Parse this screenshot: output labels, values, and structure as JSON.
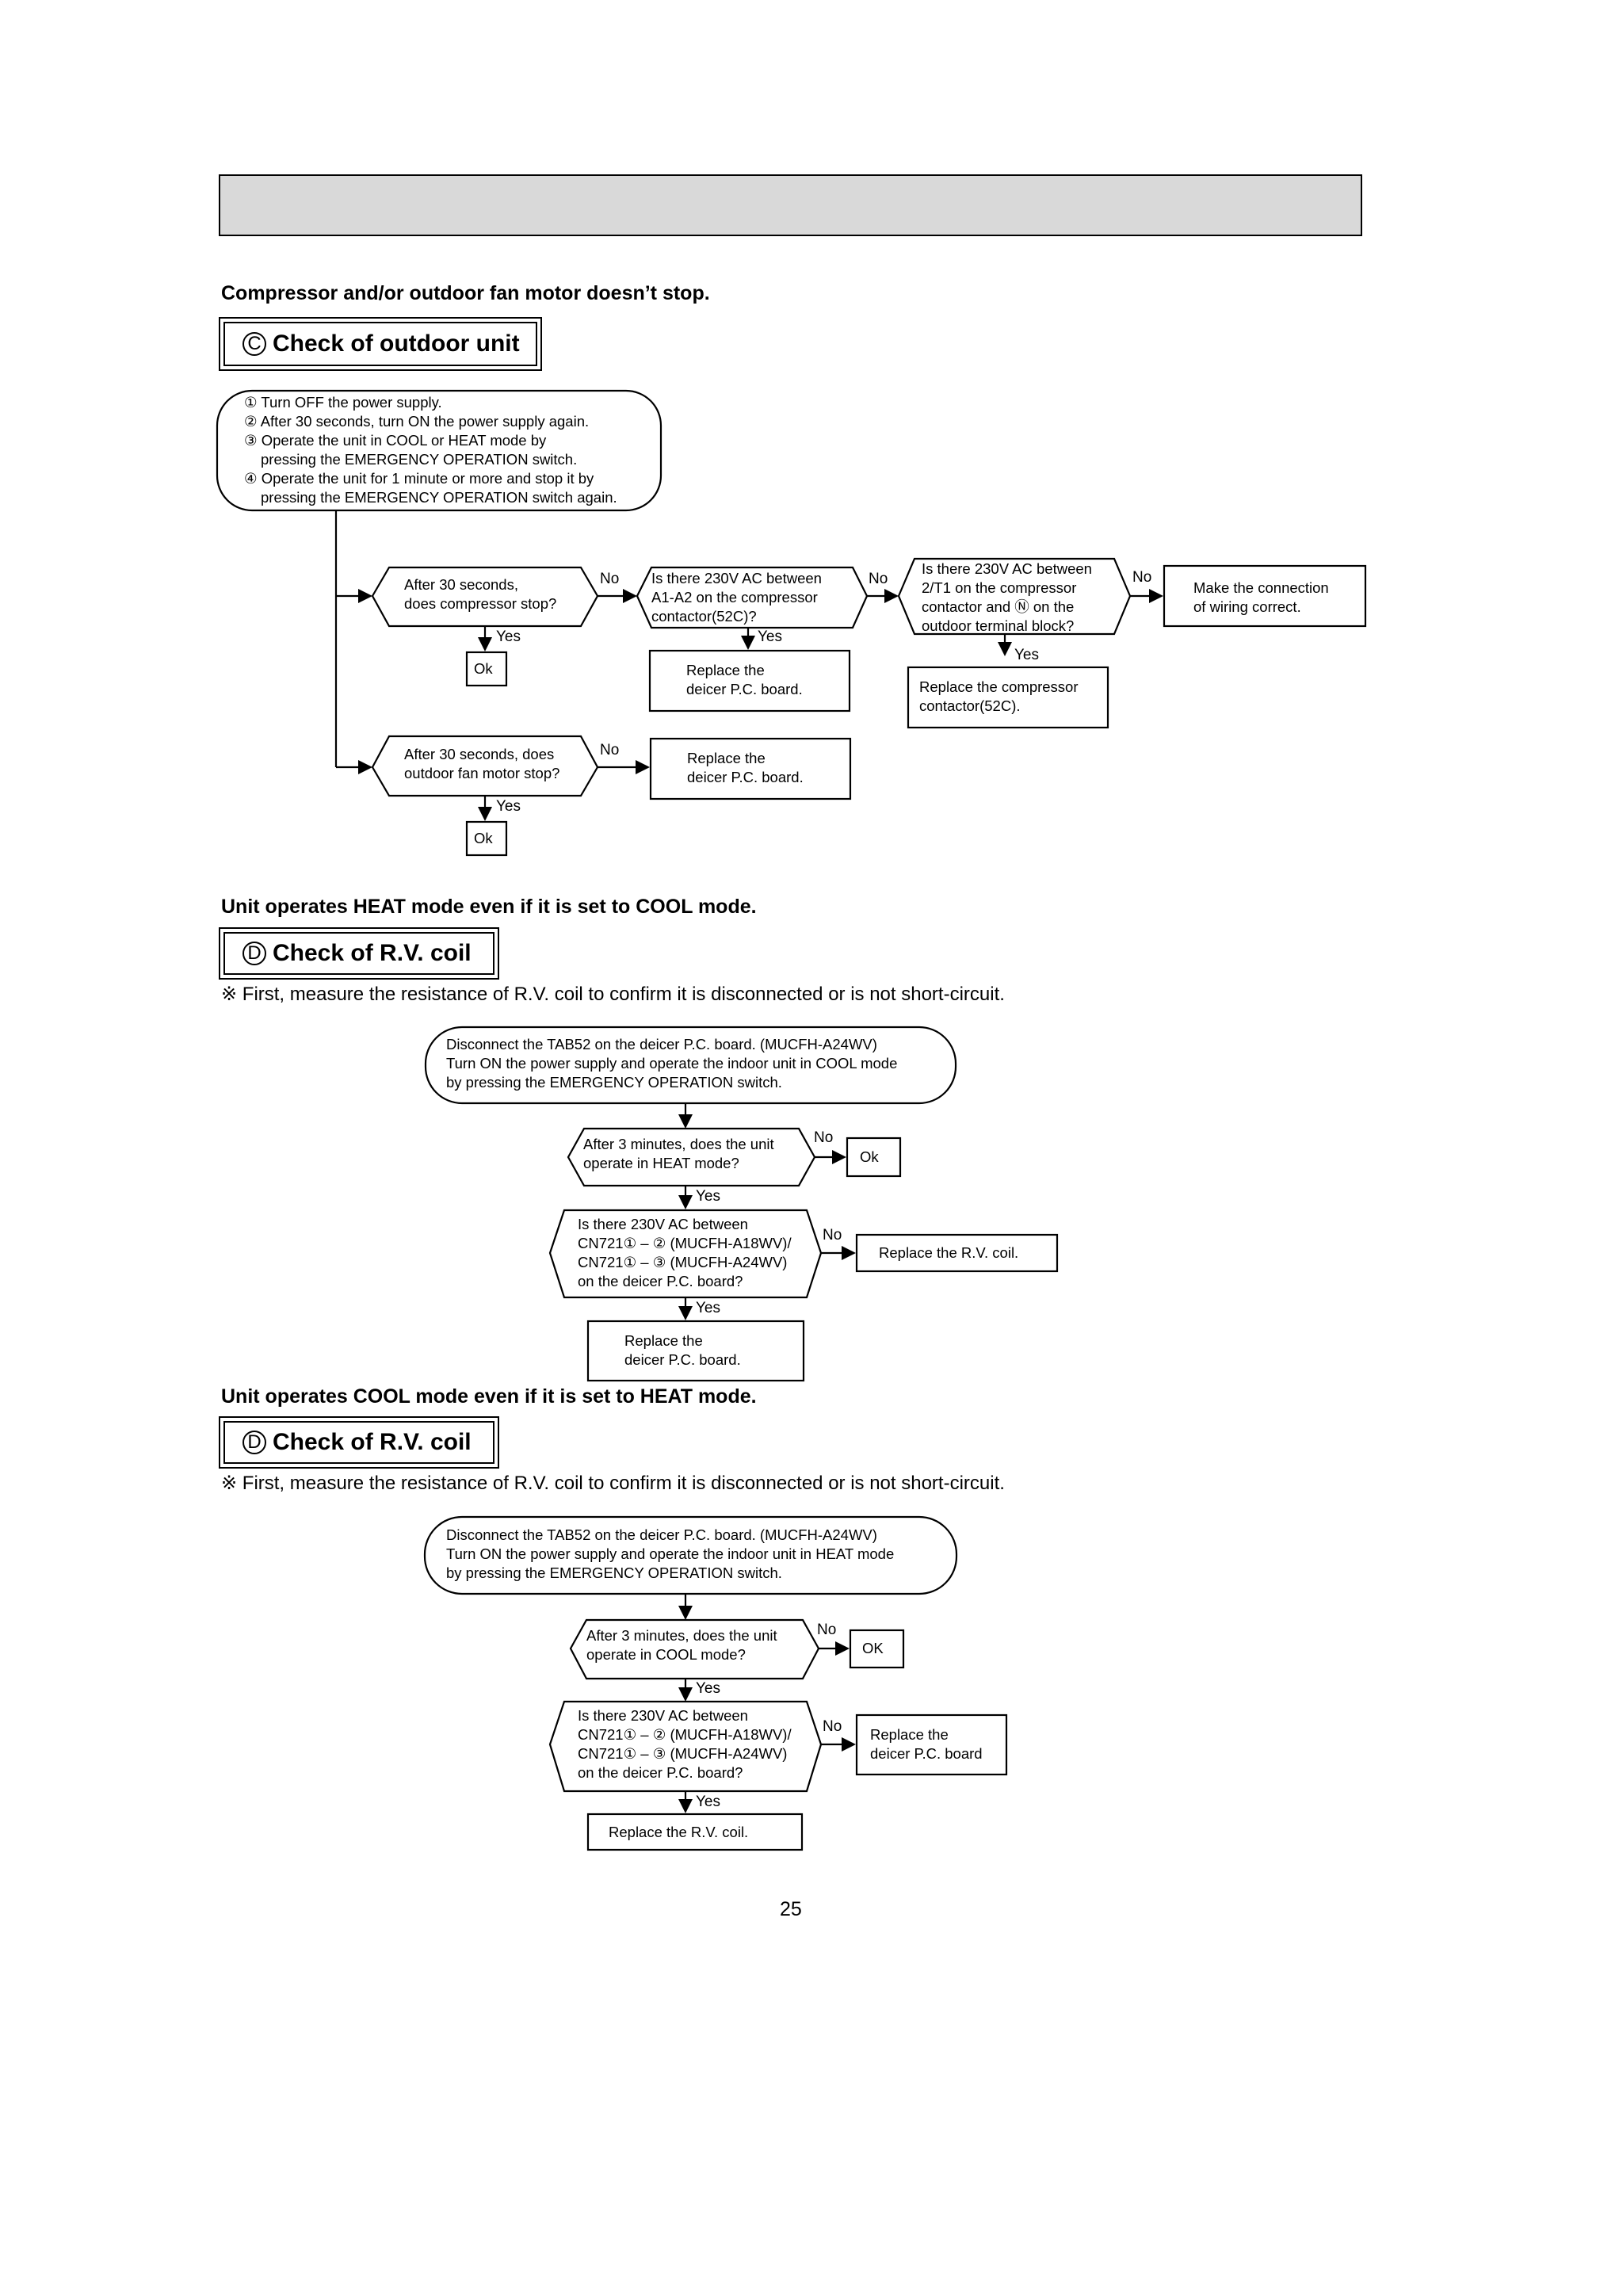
{
  "page_number": "25",
  "section_c": {
    "heading": "Compressor and/or outdoor fan motor doesn’t stop.",
    "title_letter": "C",
    "title": "Check of outdoor unit",
    "start_steps": [
      "① Turn OFF the power supply.",
      "② After 30 seconds, turn ON the power supply again.",
      "③ Operate the unit in COOL or HEAT mode by",
      "pressing the EMERGENCY OPERATION switch.",
      "④ Operate the unit for 1 minute or more and stop it by",
      "pressing the EMERGENCY OPERATION switch again."
    ],
    "q_compressor_stop": [
      "After 30 seconds,",
      "does compressor stop?"
    ],
    "q_a1a2": [
      "Is there 230V AC between",
      "A1-A2 on the compressor",
      "contactor(52C)?"
    ],
    "q_2t1": [
      "Is there 230V AC between",
      "2/T1 on the compressor",
      "contactor and Ⓝ on the",
      "outdoor terminal block?"
    ],
    "r_wiring": [
      "Make the connection",
      "of wiring correct."
    ],
    "r_ok1": "Ok",
    "r_replace_deicer1": [
      "Replace the",
      "deicer P.C. board."
    ],
    "r_replace_contactor": [
      "Replace the compressor",
      "contactor(52C)."
    ],
    "q_fan_stop": [
      "After 30 seconds, does",
      "outdoor fan motor stop?"
    ],
    "r_replace_deicer2": [
      "Replace the",
      "deicer P.C. board."
    ],
    "r_ok2": "Ok"
  },
  "section_d1": {
    "heading": "Unit operates HEAT mode even if it is set to COOL mode.",
    "title_letter": "D",
    "title": "Check of R.V. coil",
    "note": "※ First, measure the resistance of R.V. coil to confirm it is disconnected or is not short-circuit.",
    "start": [
      "Disconnect the TAB52 on the deicer P.C. board. (MUCFH-A24WV)",
      "Turn ON the power supply and operate the indoor unit in COOL mode",
      "by pressing the EMERGENCY OPERATION switch."
    ],
    "q_heat": [
      "After 3 minutes, does the unit",
      "operate in HEAT mode?"
    ],
    "r_ok": "Ok",
    "q_cn721": [
      "Is there 230V AC between",
      "CN721① – ② (MUCFH-A18WV)/",
      "CN721① – ③ (MUCFH-A24WV)",
      "on the deicer P.C. board?"
    ],
    "r_replace_rv": "Replace the R.V. coil.",
    "r_replace_deicer": [
      "Replace the",
      "deicer P.C. board."
    ]
  },
  "section_d2": {
    "heading": "Unit operates COOL mode even if it is set to HEAT mode.",
    "title_letter": "D",
    "title": "Check of R.V. coil",
    "note": "※ First, measure the resistance of R.V. coil to confirm it is disconnected or is not short-circuit.",
    "start": [
      "Disconnect the TAB52 on the deicer P.C. board. (MUCFH-A24WV)",
      "Turn ON the power supply and operate the indoor unit in HEAT mode",
      "by pressing the EMERGENCY OPERATION switch."
    ],
    "q_cool": [
      "After 3 minutes, does the unit",
      "operate in COOL mode?"
    ],
    "r_ok": "OK",
    "q_cn721": [
      "Is there 230V AC between",
      "CN721① – ② (MUCFH-A18WV)/",
      "CN721① – ③ (MUCFH-A24WV)",
      "on the deicer P.C. board?"
    ],
    "r_replace_deicer": [
      "Replace the",
      "deicer P.C. board"
    ],
    "r_replace_rv": "Replace the R.V. coil."
  },
  "labels": {
    "yes": "Yes",
    "no": "No"
  }
}
